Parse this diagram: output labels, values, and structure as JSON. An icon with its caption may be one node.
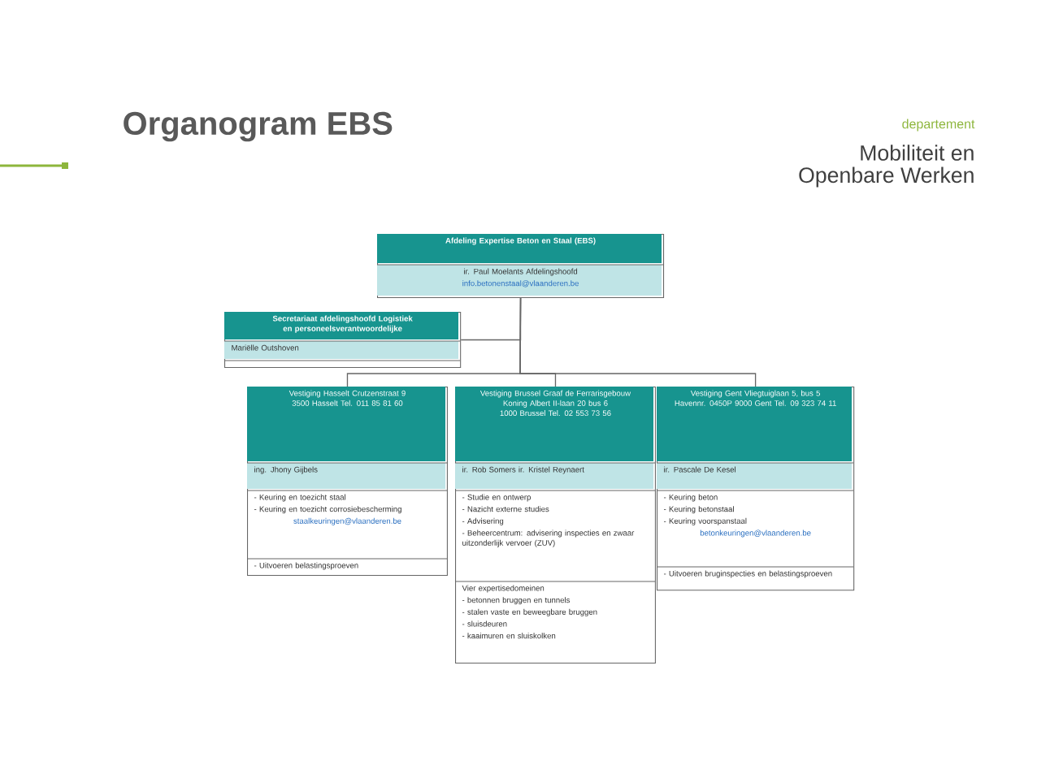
{
  "diagram": {
    "title": "Organogram EBS",
    "nodes": [
      {
        "text": [
          "Afdeling Expertise Beton en Staal (EBS)",
          "ir. Paul Moelants Afdelingshoofd",
          "info.betonenstaal@vlaanderen.be"
        ]
      },
      {
        "text": [
          "Secretariaat afdelingshoofd Logistiek en personeelsverantwoordelijke",
          "Mariëlle Outshoven"
        ]
      },
      {
        "text": [
          "Vestiging Hasselt Crutzenstraat 9 3500 Hasselt Tel. 011 85 81 60",
          "ing. Jhony Gijbels",
          "- Keuring en toezicht staal",
          "- Keuring en toezicht corrosiebescherming",
          "staalkeuringen@vlaanderen.be",
          "- Uitvoeren belastingsproeven"
        ]
      },
      {
        "text": [
          "Vestiging Brussel Graaf de Ferrarisgebouw Koning Albert II-laan 20 bus 6 1000 Brussel Tel. 02 553 73 56",
          "ir. Rob Somers ir. Kristel Reynaert",
          "- Studie en ontwerp",
          "- Nazicht externe studies",
          "- Advisering",
          "- Beheercentrum: advisering inspecties en zwaar uitzonderlijk vervoer (ZUV)",
          "Vier expertisedomeinen",
          "- betonnen bruggen en tunnels",
          "- stalen vaste en beweegbare bruggen",
          "- sluisdeuren",
          "- kaaimuren en sluiskolken"
        ]
      },
      {
        "text": [
          "Vestiging Gent Vliegtuiglaan 5, bus 5 Havennr. 0450P 9000 Gent Tel. 09 323 74 11",
          "ir. Pascale De Kesel",
          "- Keuring beton",
          "- Keuring betonstaal",
          "- Keuring voorspanstaal",
          "betonkeuringen@vlaanderen.be",
          "- Uitvoeren bruginspecties en belastingsproeven"
        ]
      }
    ],
    "edges": [
      {
        "from": 0,
        "to": 1,
        "arrow": "none"
      },
      {
        "from": 0,
        "to": 2,
        "arrow": "none"
      },
      {
        "from": 0,
        "to": 3,
        "arrow": "none"
      },
      {
        "from": 0,
        "to": 4,
        "arrow": "none"
      }
    ],
    "labels": [
      "departement",
      "Mobiliteit en",
      "Openbare Werken"
    ]
  }
}
